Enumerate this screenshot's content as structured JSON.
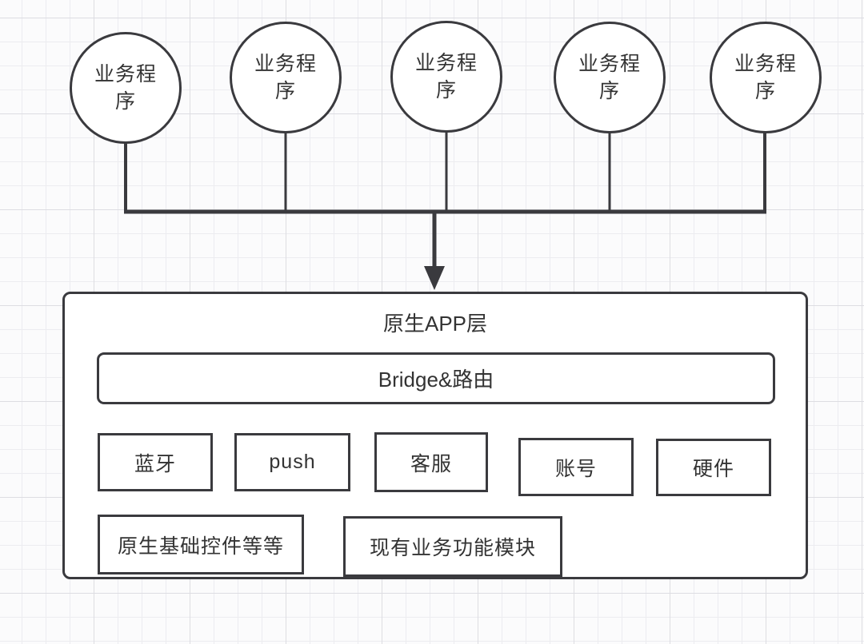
{
  "diagram": {
    "top_nodes": [
      {
        "label": "业务程序"
      },
      {
        "label": "业务程序"
      },
      {
        "label": "业务程序"
      },
      {
        "label": "业务程序"
      },
      {
        "label": "业务程序"
      }
    ],
    "native_layer": {
      "title": "原生APP层",
      "bridge_label": "Bridge&路由",
      "modules_row1": [
        "蓝牙",
        "push",
        "客服",
        "账号",
        "硬件"
      ],
      "modules_row2": [
        "原生基础控件等等",
        "现有业务功能模块"
      ]
    },
    "colors": {
      "stroke": "#3a3a3e",
      "text": "#333333",
      "grid_minor": "#ececf0",
      "grid_major": "#dddde2",
      "background": "#fbfbfc"
    }
  }
}
